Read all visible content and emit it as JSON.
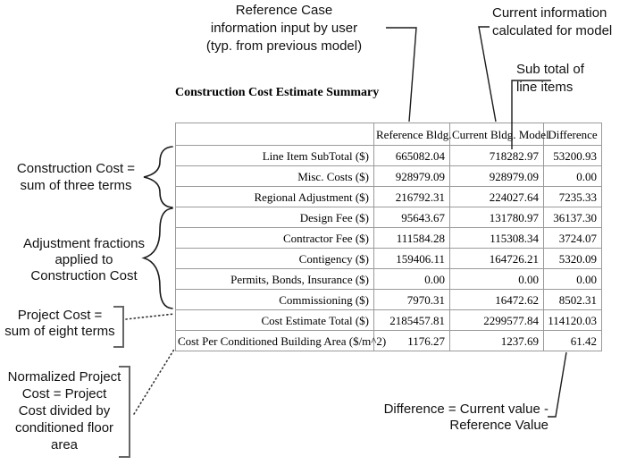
{
  "title": "Construction Cost Estimate Summary",
  "table": {
    "headers": [
      "",
      "Reference Bldg.",
      "Current Bldg. Model",
      "Difference"
    ],
    "rows": [
      {
        "label": "Line Item SubTotal ($)",
        "ref": "665082.04",
        "cur": "718282.97",
        "diff": "53200.93"
      },
      {
        "label": "Misc. Costs ($)",
        "ref": "928979.09",
        "cur": "928979.09",
        "diff": "0.00"
      },
      {
        "label": "Regional Adjustment ($)",
        "ref": "216792.31",
        "cur": "224027.64",
        "diff": "7235.33"
      },
      {
        "label": "Design Fee ($)",
        "ref": "95643.67",
        "cur": "131780.97",
        "diff": "36137.30"
      },
      {
        "label": "Contractor Fee ($)",
        "ref": "111584.28",
        "cur": "115308.34",
        "diff": "3724.07"
      },
      {
        "label": "Contigency ($)",
        "ref": "159406.11",
        "cur": "164726.21",
        "diff": "5320.09"
      },
      {
        "label": "Permits, Bonds, Insurance ($)",
        "ref": "0.00",
        "cur": "0.00",
        "diff": "0.00"
      },
      {
        "label": "Commissioning ($)",
        "ref": "7970.31",
        "cur": "16472.62",
        "diff": "8502.31"
      },
      {
        "label": "Cost Estimate Total ($)",
        "ref": "2185457.81",
        "cur": "2299577.84",
        "diff": "114120.03"
      },
      {
        "label": "Cost Per Conditioned Building Area ($/m^2)",
        "ref": "1176.27",
        "cur": "1237.69",
        "diff": "61.42"
      }
    ]
  },
  "annotations": {
    "reference_case": {
      "lines": [
        "Reference Case",
        "information input by user",
        "(typ. from previous model)"
      ]
    },
    "current_info": {
      "lines": [
        "Current information",
        "calculated for model"
      ]
    },
    "sub_total": {
      "lines": [
        "Sub total of",
        "line items"
      ]
    },
    "construction_cost": {
      "lines": [
        "Construction Cost =",
        "sum of three terms"
      ]
    },
    "adjustment": {
      "lines": [
        "Adjustment fractions",
        "applied to",
        "Construction Cost"
      ]
    },
    "project_cost": {
      "lines": [
        "Project Cost =",
        "sum of eight terms"
      ]
    },
    "normalized": {
      "lines": [
        "Normalized Project",
        "Cost = Project",
        "Cost divided by",
        "conditioned floor",
        "area"
      ]
    },
    "difference": {
      "lines": [
        "Difference = Current value -",
        "Reference Value"
      ]
    }
  },
  "colors": {
    "text": "#111111",
    "table_border_outer": "#808080",
    "table_border_inner": "#9a9a9a",
    "leader_line": "#1a1a1a",
    "bracket": "#666666",
    "dotted_line": "#333333"
  }
}
